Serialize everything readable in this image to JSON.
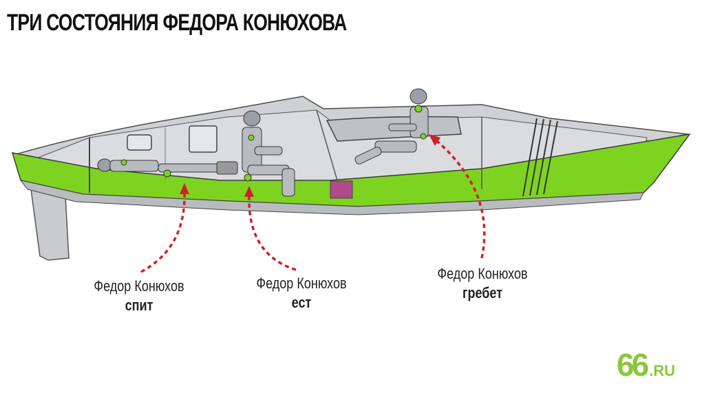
{
  "title": "ТРИ СОСТОЯНИЯ ФЕДОРА КОНЮХОВА",
  "captions": [
    {
      "name": "Федор Конюхов",
      "action": "спит"
    },
    {
      "name": "Федор Конюхов",
      "action": "ест"
    },
    {
      "name": "Федор Конюхов",
      "action": "гребет"
    }
  ],
  "logo": {
    "number": "66",
    "domain": ".RU"
  },
  "colors": {
    "hull_green": "#7ed321",
    "hull_grey": "#d4d6d8",
    "arrow_red": "#d0202a",
    "logo_green": "#8cc63f"
  }
}
